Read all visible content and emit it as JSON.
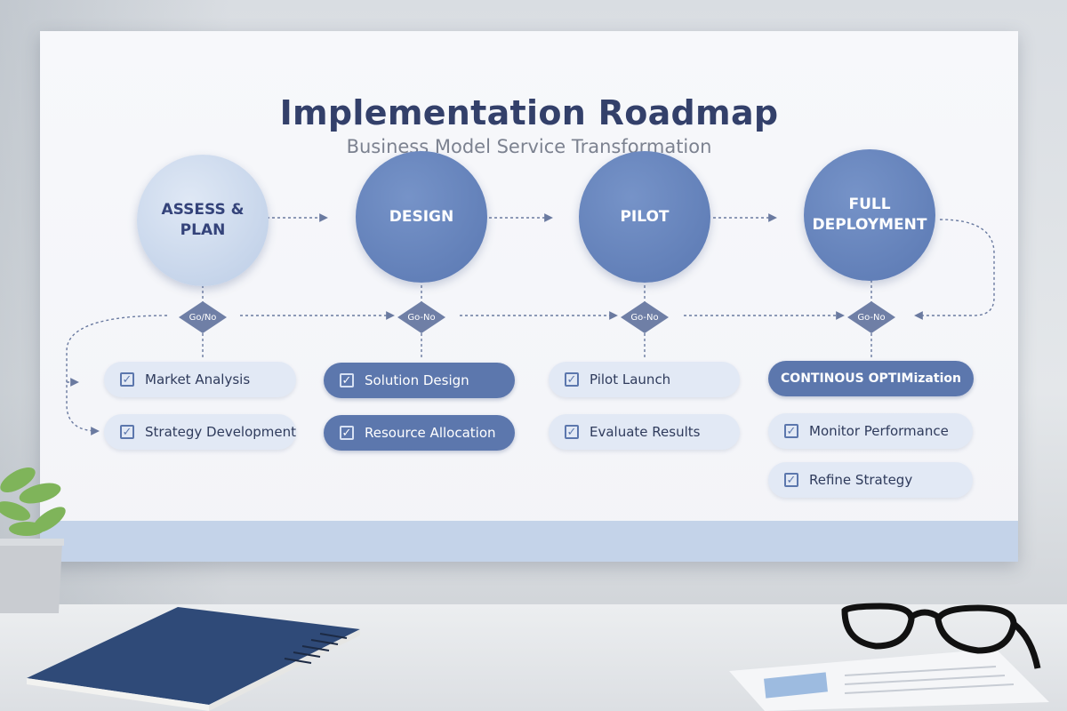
{
  "title": "Implementation Roadmap",
  "subtitle": "Business Model Service Transformation",
  "phases": [
    {
      "label_line1": "ASSESS &",
      "label_line2": "PLAN"
    },
    {
      "label_line1": "DESIGN",
      "label_line2": ""
    },
    {
      "label_line1": "PILOT",
      "label_line2": ""
    },
    {
      "label_line1": "FULL",
      "label_line2": "DEPLOYMENT"
    }
  ],
  "gates": [
    "Go/No",
    "Go-No",
    "Go-No",
    "Go-No"
  ],
  "tasks": {
    "assess": [
      "Market Analysis",
      "Strategy Development"
    ],
    "design": [
      "Solution Design",
      "Resource Allocation"
    ],
    "pilot": [
      "Pilot Launch",
      "Evaluate Results"
    ],
    "deploy_banner": "CONTINOUS OPTIMization",
    "deploy": [
      "Monitor Performance",
      "Refine Strategy"
    ]
  },
  "colors": {
    "title": "#33406a",
    "phase_dark": "#5a78b2",
    "phase_light": "#bccde6",
    "task_light": "#e2e9f5",
    "task_dark": "#5c77ad",
    "connector": "#6a7aa0"
  },
  "icons": [
    "check-icon",
    "diamond-gate-icon",
    "arrow-icon"
  ]
}
